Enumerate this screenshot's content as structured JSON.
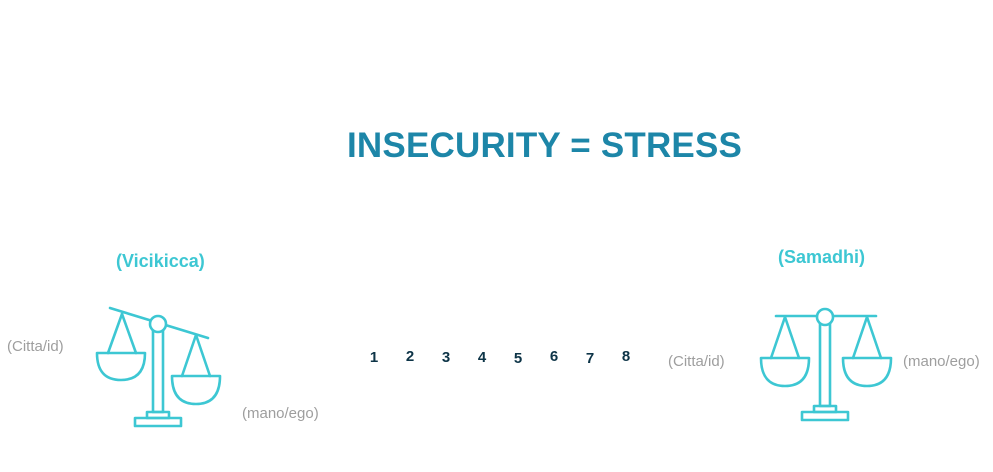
{
  "title": "INSECURITY = STRESS",
  "left": {
    "state": "(Vicikicca)",
    "left_label": "(Citta/id)",
    "right_label": "(mano/ego)",
    "icon": "unbalanced-scale-icon"
  },
  "right": {
    "state": "(Samadhi)",
    "left_label": "(Citta/id)",
    "right_label": "(mano/ego)",
    "icon": "balanced-scale-icon"
  },
  "scale_numbers": [
    "1",
    "2",
    "3",
    "4",
    "5",
    "6",
    "7",
    "8"
  ],
  "colors": {
    "title": "#1d86a8",
    "accent": "#3dc7d3",
    "muted_text": "#9e9e9e",
    "numbers": "#0d3447"
  }
}
